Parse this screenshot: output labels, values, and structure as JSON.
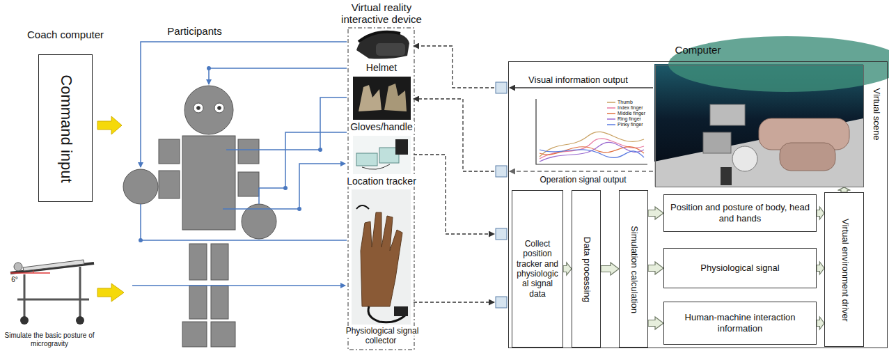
{
  "diagram": {
    "nodes": [
      {
        "text": [
          "Coach computer",
          "Command input"
        ]
      },
      {
        "text": [
          "Computer"
        ]
      },
      {
        "text": [
          "Virtual scene"
        ],
        "in": 1
      },
      {
        "text": [
          "Collect position tracker and physiological signal data"
        ],
        "in": 1
      },
      {
        "text": [
          "Data processing"
        ],
        "in": 1
      },
      {
        "text": [
          "Simulation calculation"
        ],
        "in": 1
      },
      {
        "text": [
          "Position and posture of body, head and hands"
        ],
        "in": 1
      },
      {
        "text": [
          "Physiological signal"
        ],
        "in": 1
      },
      {
        "text": [
          "Human-machine interaction information"
        ],
        "in": 1
      },
      {
        "text": [
          "Virtual environment driver"
        ],
        "in": 1
      }
    ],
    "edges": [
      {
        "from": 3,
        "to": 4,
        "arrow": "to"
      },
      {
        "from": 4,
        "to": 5,
        "arrow": "to"
      },
      {
        "from": 5,
        "to": 6,
        "arrow": "to"
      },
      {
        "from": 5,
        "to": 7,
        "arrow": "to"
      },
      {
        "from": 5,
        "to": 8,
        "arrow": "to"
      },
      {
        "from": 6,
        "to": 9,
        "arrow": "to"
      },
      {
        "from": 7,
        "to": 9,
        "arrow": "to"
      },
      {
        "from": 8,
        "to": 9,
        "arrow": "to"
      },
      {
        "from": 9,
        "to": 2,
        "arrow": "to"
      }
    ],
    "labels": [
      "Participants",
      "Virtual reality interactive device",
      "Helmet",
      "Gloves/handle",
      "Location tracker",
      "Physiological signal collector",
      "Simulate the basic posture of microgravity",
      "6°",
      "Visual information output",
      "Operation signal output"
    ],
    "legend": [
      {
        "text": "Thumb"
      },
      {
        "text": "Index finger"
      },
      {
        "text": "Middle finger"
      },
      {
        "text": "Ring finger"
      },
      {
        "text": "Pinky finger"
      }
    ]
  }
}
